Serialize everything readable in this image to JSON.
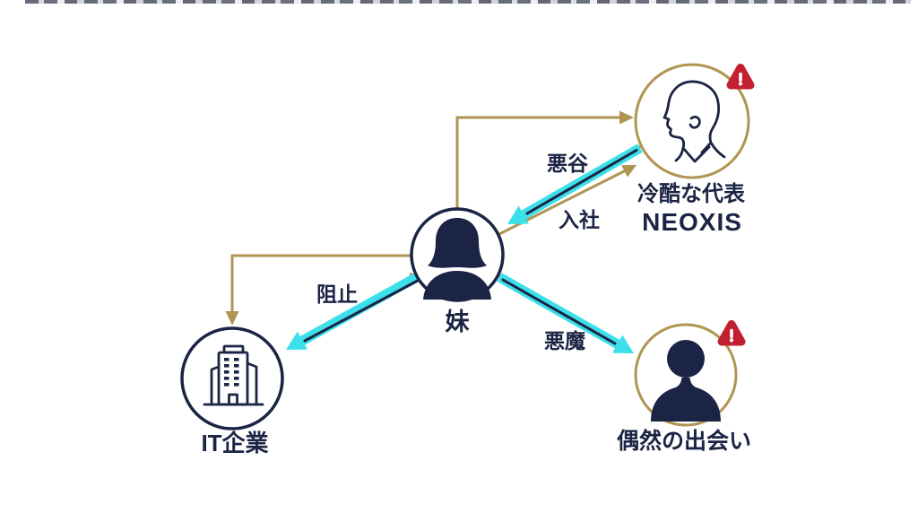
{
  "page": {
    "background": "#FFFFFF"
  },
  "colors": {
    "navy": "#1B2444",
    "gold": "#B09552",
    "cyan": "#3BE0EA",
    "red": "#C22030",
    "bg": "#FFFFFF"
  },
  "diagram": {
    "type": "relationship-diagram",
    "nodes": [
      {
        "id": "sister",
        "label": "妹",
        "icon": "woman-silhouette-icon",
        "ring_color": "navy",
        "warning": false
      },
      {
        "id": "neoxis",
        "label_lines": [
          "冷酷な代表",
          "NEOXIS"
        ],
        "icon": "man-profile-icon",
        "ring_color": "gold",
        "warning": true
      },
      {
        "id": "it-company",
        "label": "IT企業",
        "icon": "office-building-icon",
        "ring_color": "navy",
        "warning": false
      },
      {
        "id": "encounter",
        "label": "偶然の出会い",
        "icon": "man-silhouette-icon",
        "ring_color": "gold",
        "warning": true
      }
    ],
    "edges": [
      {
        "from": "妹",
        "to": "NEOXIS",
        "style": "gold-elbow-arrow",
        "label": ""
      },
      {
        "from": "妹",
        "to": "NEOXIS",
        "style": "gold-arrow",
        "label": "入社"
      },
      {
        "from": "NEOXIS",
        "to": "妹",
        "style": "cyan-highlight-arrow",
        "label": "悪谷"
      },
      {
        "from": "妹",
        "to": "IT企業",
        "style": "gold-elbow-arrow",
        "label": ""
      },
      {
        "from": "妹",
        "to": "IT企業",
        "style": "cyan-highlight-arrow",
        "label": "阻止"
      },
      {
        "from": "妹",
        "to": "偶然の出会い",
        "style": "cyan-highlight-arrow",
        "label": "悪魔"
      }
    ]
  }
}
